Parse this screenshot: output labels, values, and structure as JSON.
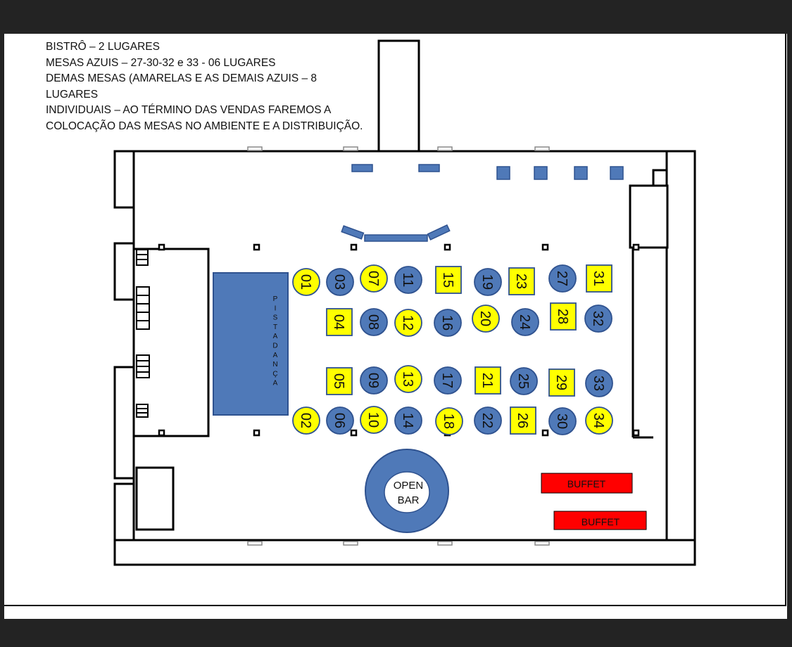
{
  "notes": [
    "BISTRÔ – 2 LUGARES",
    "MESAS AZUIS – 27-30-32 e 33  - 06 LUGARES",
    "DEMAS MESAS (AMARELAS E AS DEMAIS AZUIS – 8",
    "LUGARES",
    "INDIVIDUAIS – AO TÉRMINO DAS VENDAS FAREMOS A",
    "COLOCAÇÃO DAS MESAS NO AMBIENTE E A DISTRIBUIÇÃO."
  ],
  "dance_floor": {
    "label": "PISTADANÇA"
  },
  "bar": {
    "line1": "OPEN",
    "line2": "BAR"
  },
  "buffets": [
    "BUFFET",
    "BUFFET"
  ],
  "colors": {
    "blue": "#4f79b8",
    "yellow": "#ffff00",
    "red": "#ff0000",
    "wall": "#000000"
  },
  "tables": [
    {
      "num": "01",
      "shape": "circle",
      "color": "yellow"
    },
    {
      "num": "02",
      "shape": "circle",
      "color": "yellow"
    },
    {
      "num": "03",
      "shape": "circle",
      "color": "blue"
    },
    {
      "num": "04",
      "shape": "square",
      "color": "yellow"
    },
    {
      "num": "05",
      "shape": "square",
      "color": "yellow"
    },
    {
      "num": "06",
      "shape": "circle",
      "color": "blue"
    },
    {
      "num": "07",
      "shape": "circle",
      "color": "yellow"
    },
    {
      "num": "08",
      "shape": "circle",
      "color": "blue"
    },
    {
      "num": "09",
      "shape": "circle",
      "color": "blue"
    },
    {
      "num": "10",
      "shape": "circle",
      "color": "yellow"
    },
    {
      "num": "11",
      "shape": "circle",
      "color": "blue"
    },
    {
      "num": "12",
      "shape": "circle",
      "color": "yellow"
    },
    {
      "num": "13",
      "shape": "circle",
      "color": "yellow"
    },
    {
      "num": "14",
      "shape": "circle",
      "color": "blue"
    },
    {
      "num": "15",
      "shape": "square",
      "color": "yellow"
    },
    {
      "num": "16",
      "shape": "circle",
      "color": "blue"
    },
    {
      "num": "17",
      "shape": "circle",
      "color": "blue"
    },
    {
      "num": "18",
      "shape": "circle",
      "color": "yellow"
    },
    {
      "num": "19",
      "shape": "circle",
      "color": "blue"
    },
    {
      "num": "20",
      "shape": "circle",
      "color": "yellow"
    },
    {
      "num": "21",
      "shape": "square",
      "color": "yellow"
    },
    {
      "num": "22",
      "shape": "circle",
      "color": "blue"
    },
    {
      "num": "23",
      "shape": "square",
      "color": "yellow"
    },
    {
      "num": "24",
      "shape": "circle",
      "color": "blue"
    },
    {
      "num": "25",
      "shape": "circle",
      "color": "blue"
    },
    {
      "num": "26",
      "shape": "square",
      "color": "yellow"
    },
    {
      "num": "27",
      "shape": "circle",
      "color": "blue"
    },
    {
      "num": "28",
      "shape": "square",
      "color": "yellow"
    },
    {
      "num": "29",
      "shape": "square",
      "color": "yellow"
    },
    {
      "num": "30",
      "shape": "circle",
      "color": "blue"
    },
    {
      "num": "31",
      "shape": "square",
      "color": "yellow"
    },
    {
      "num": "32",
      "shape": "circle",
      "color": "blue"
    },
    {
      "num": "33",
      "shape": "circle",
      "color": "blue"
    },
    {
      "num": "34",
      "shape": "circle",
      "color": "yellow"
    }
  ]
}
